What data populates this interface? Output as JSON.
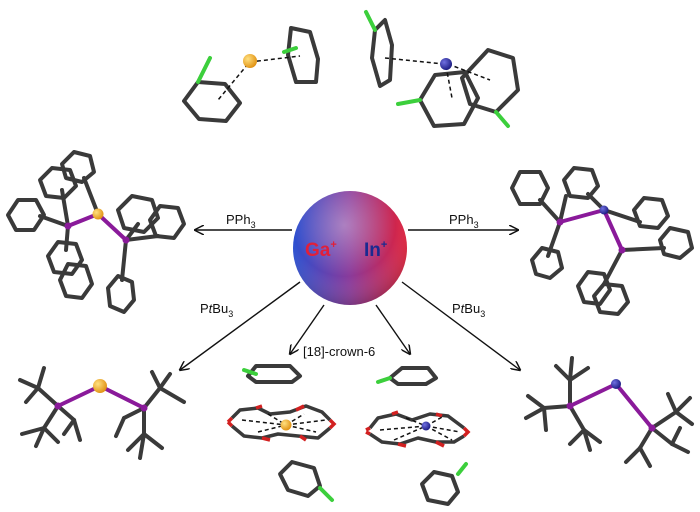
{
  "center": {
    "ga_symbol": "Ga",
    "in_symbol": "In",
    "charge": "+"
  },
  "ligands": {
    "pph3": {
      "prefix": "PPh",
      "sub": "3"
    },
    "ptbu3": {
      "prefix": "P",
      "italic": "t",
      "suffix": "Bu",
      "sub": "3"
    },
    "crown": "[18]-crown-6"
  },
  "colors": {
    "gallium": "#f0a020",
    "indium": "#2b2ba0",
    "phosphorus": "#8a1a9a",
    "carbon": "#3a3a3a",
    "chlorine": "#3ccf3c",
    "oxygen": "#d22020"
  }
}
